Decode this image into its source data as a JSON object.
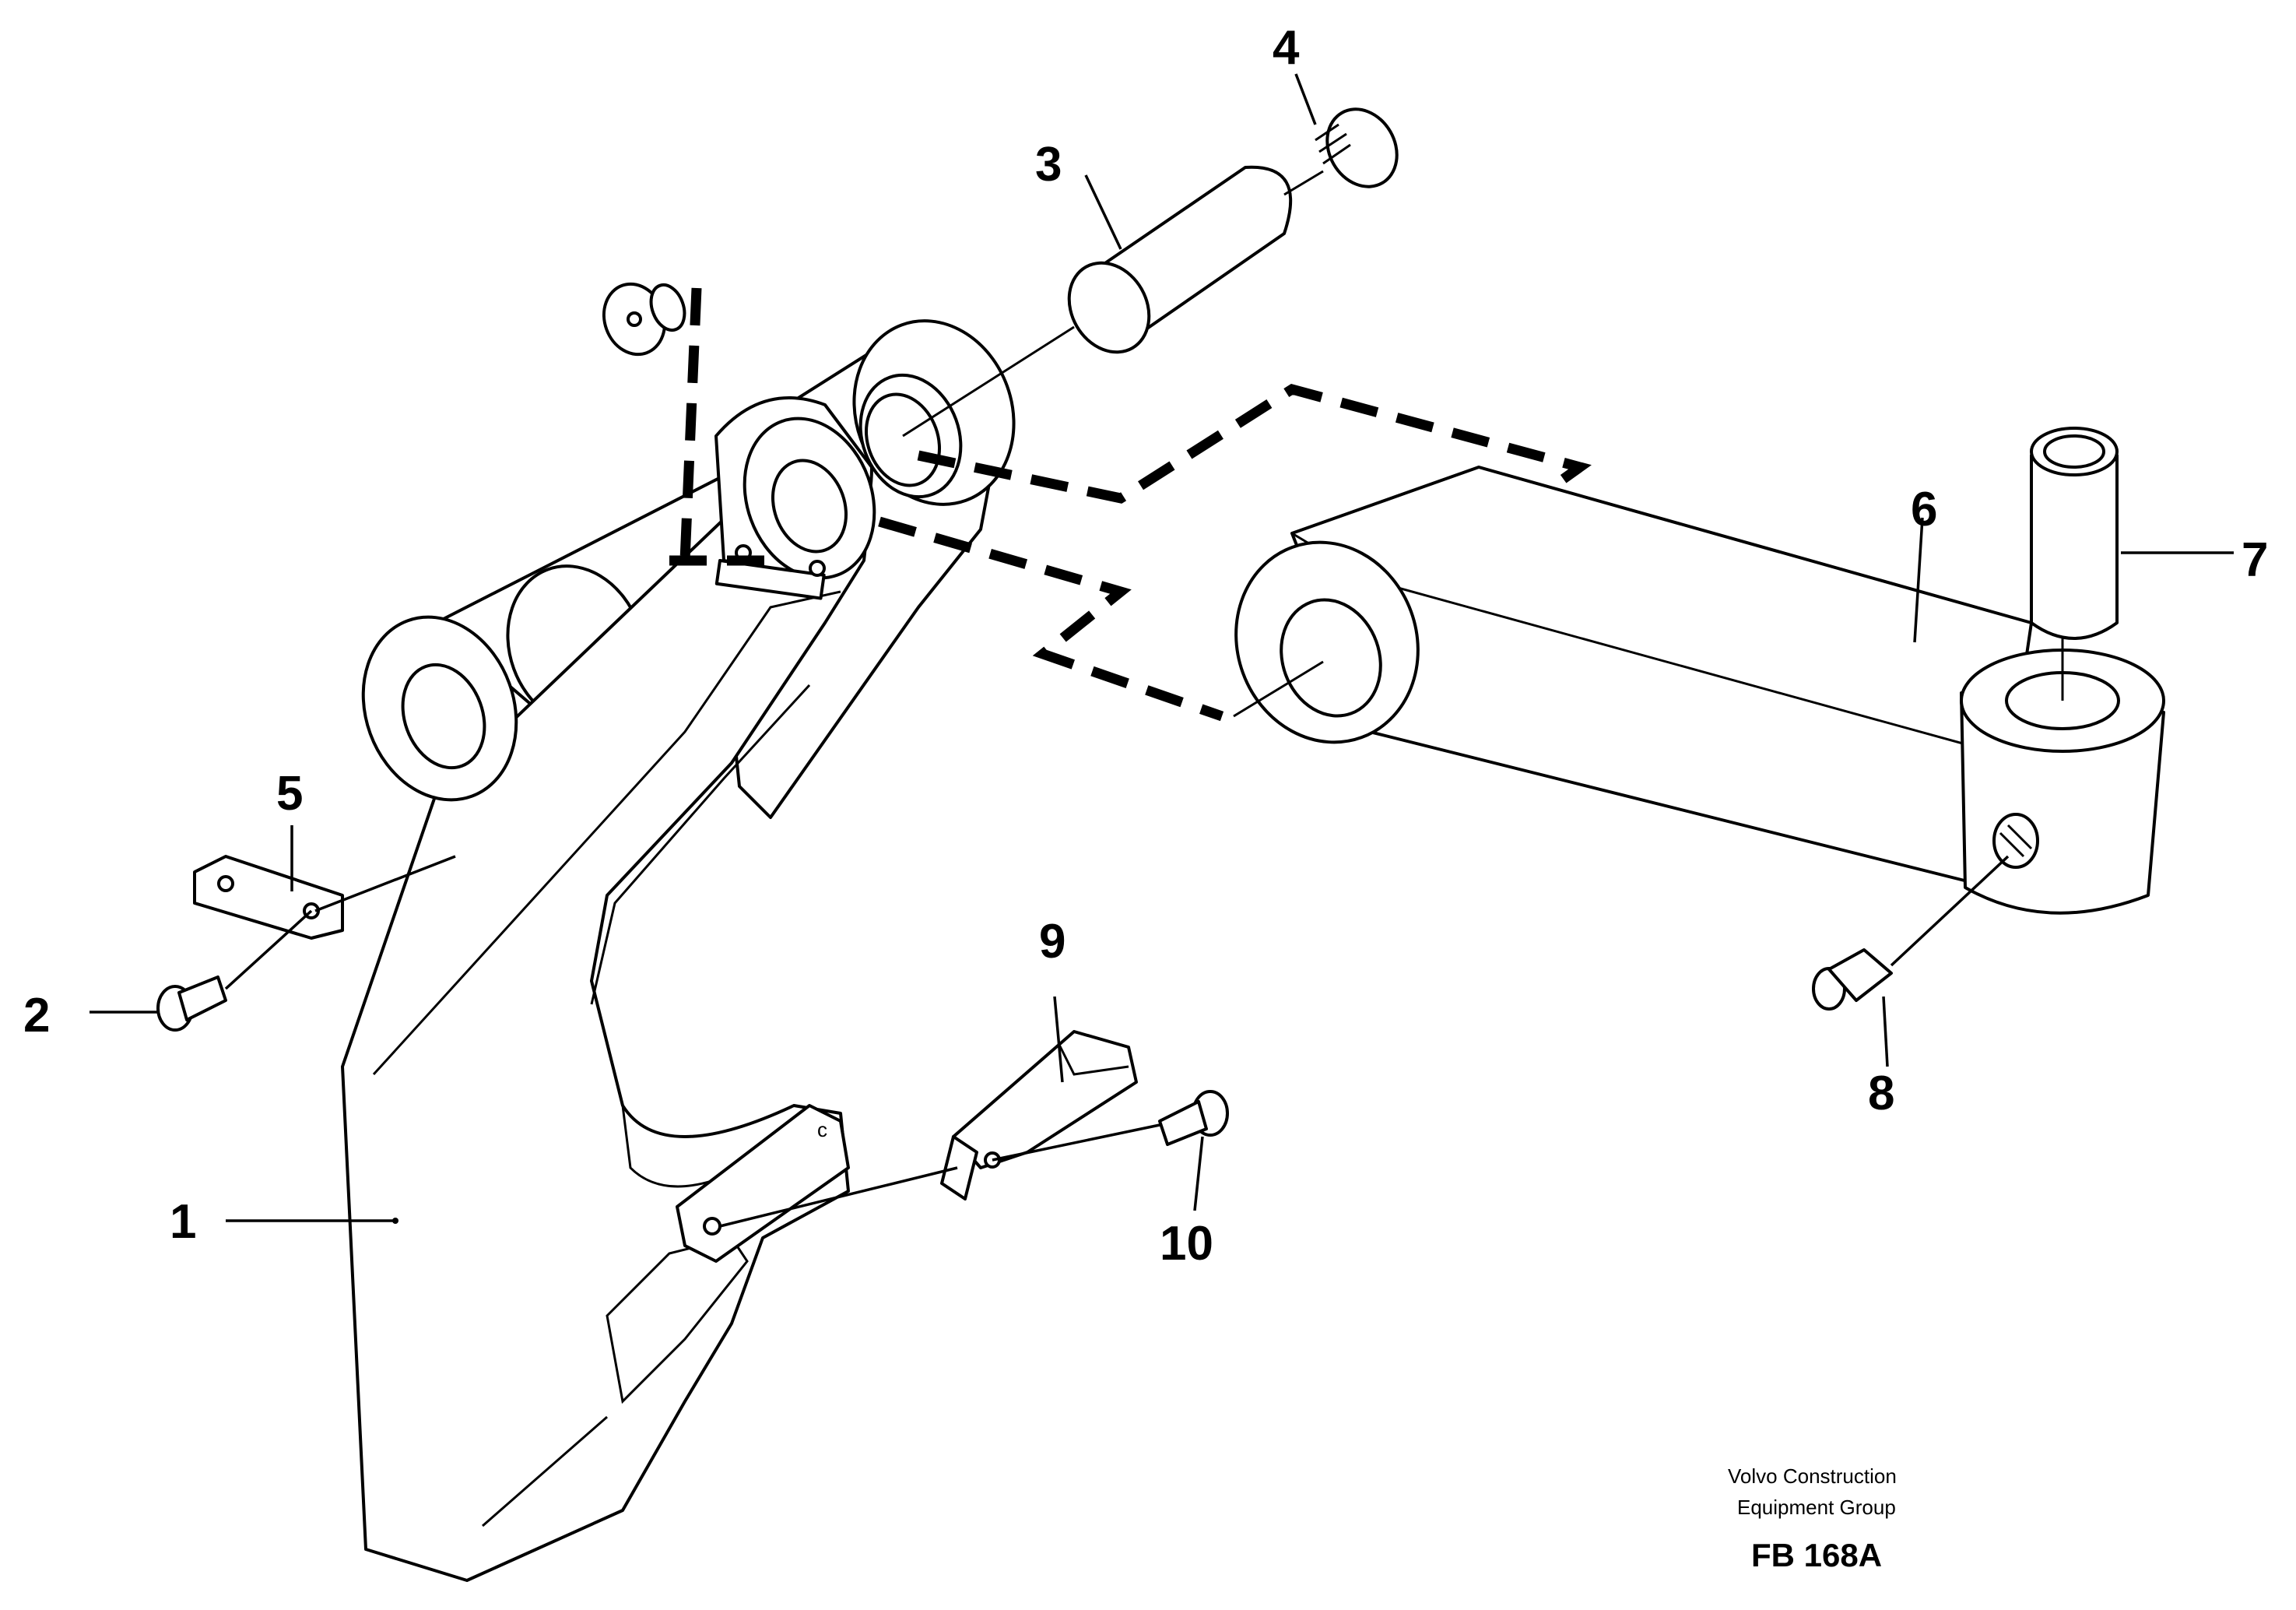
{
  "diagram": {
    "callouts": [
      "1",
      "2",
      "3",
      "4",
      "5",
      "6",
      "7",
      "8",
      "9",
      "10"
    ],
    "credit_line_1": "Volvo Construction",
    "credit_line_2": "Equipment Group",
    "figure_code": "FB 168A"
  }
}
